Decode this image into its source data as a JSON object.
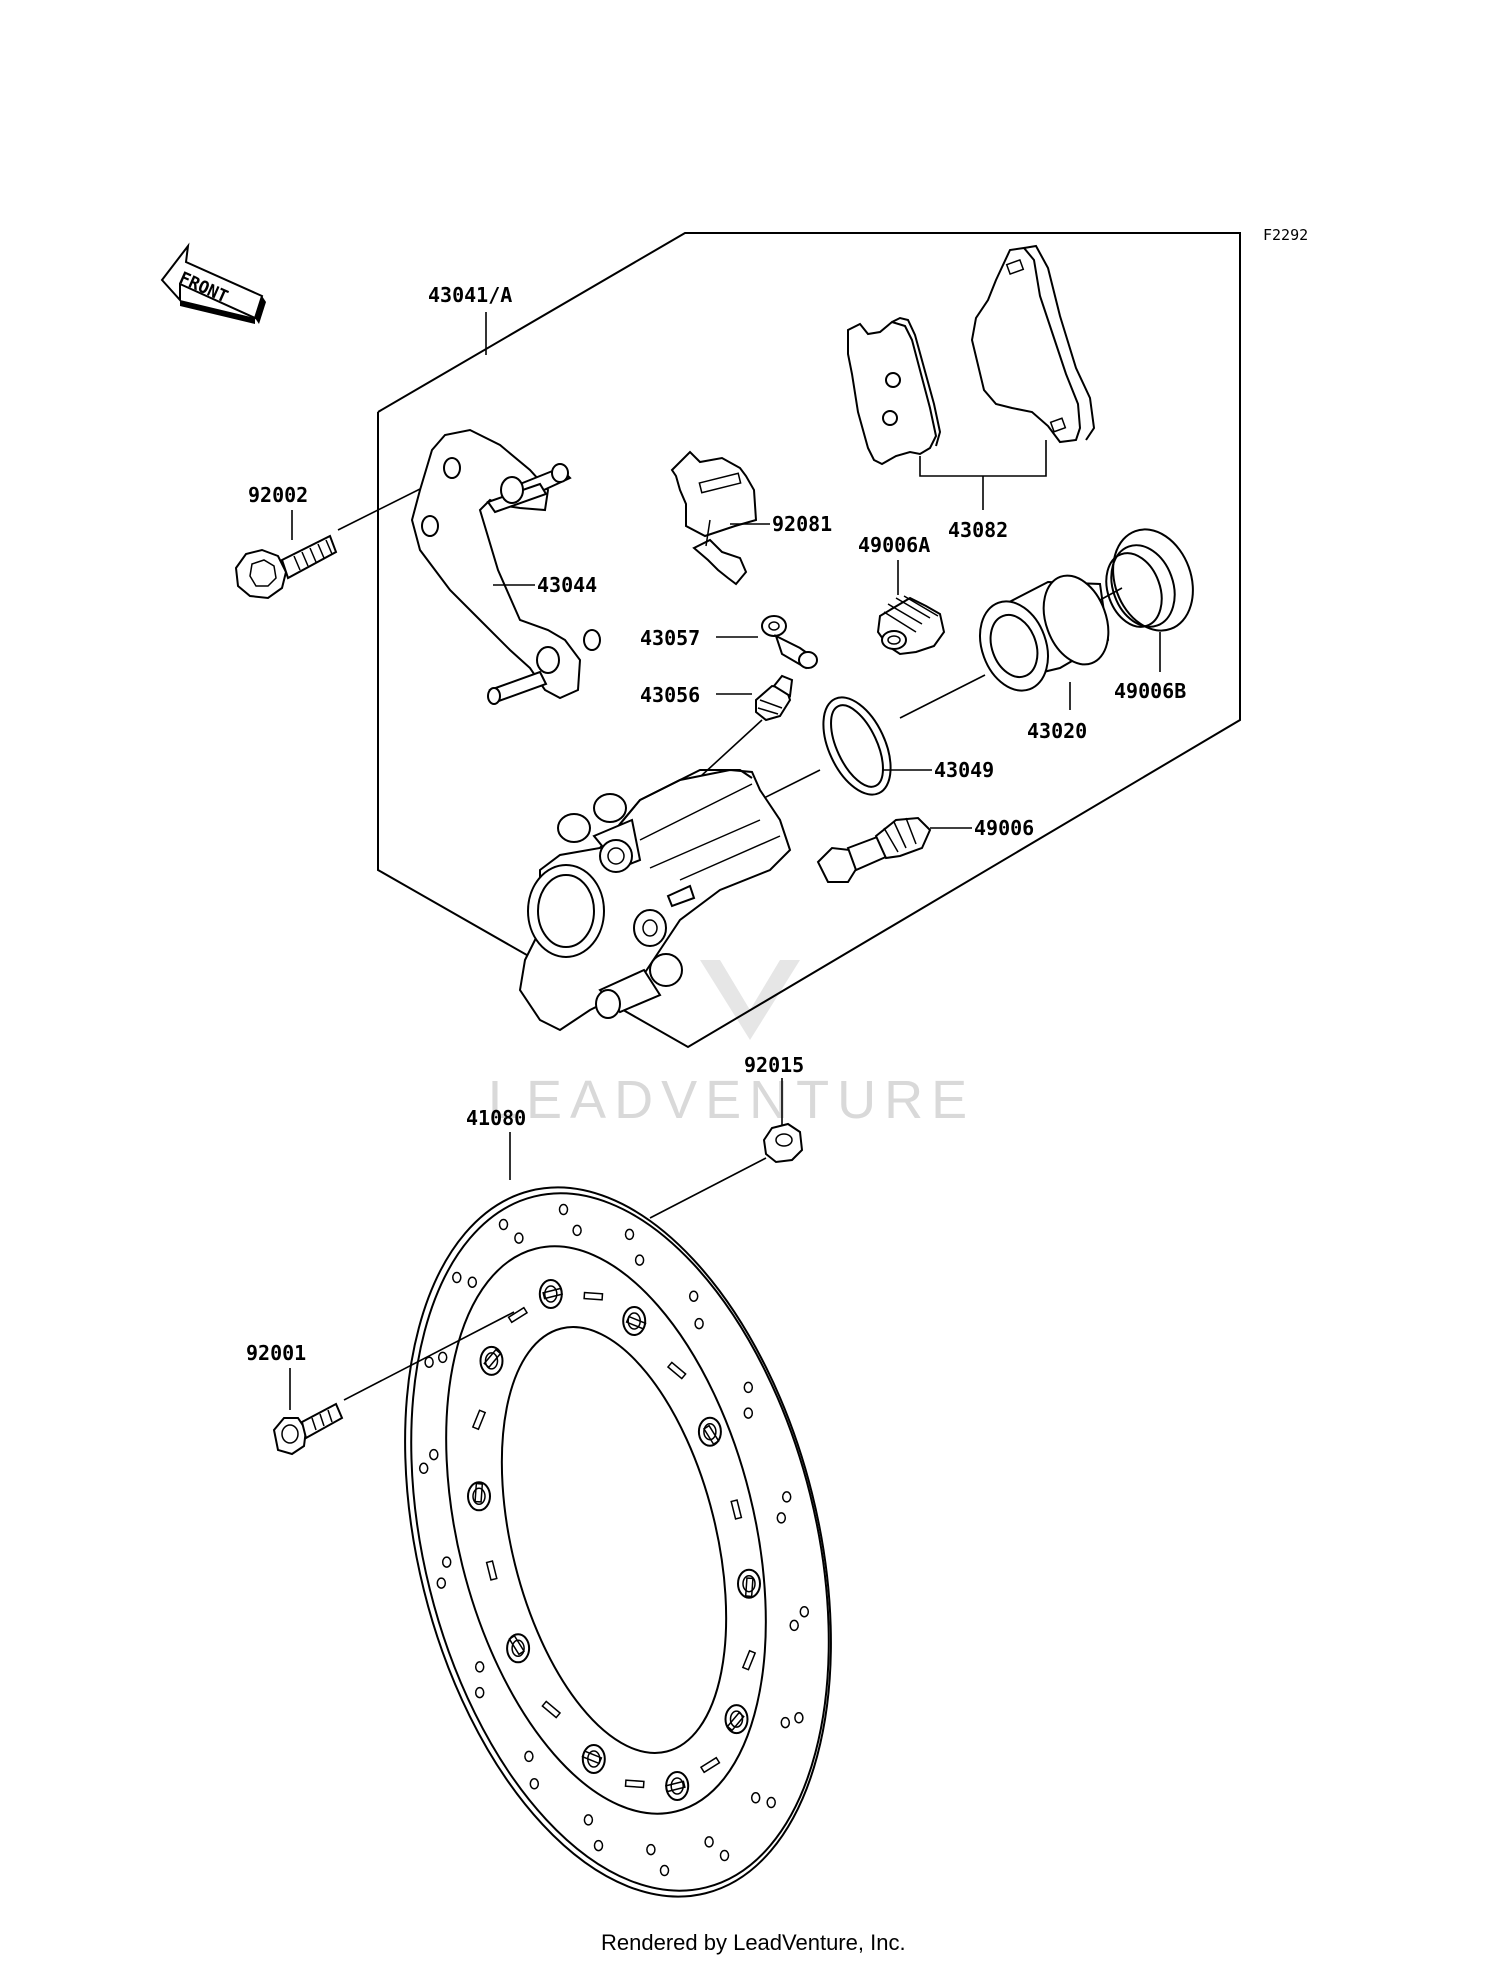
{
  "figure_code": "F2292",
  "front_label": "FRONT",
  "watermark": "LEADVENTURE",
  "footer": "Rendered by LeadVenture, Inc.",
  "parts": {
    "caliper_assy": "43041/A",
    "bolt_92002": "92002",
    "bracket": "43044",
    "pad_spring": "92081",
    "pads": "43082",
    "boot_a": "49006A",
    "bleed_cap": "43057",
    "bleed_valve": "43056",
    "piston": "43020",
    "seal_b": "49006B",
    "piston_seal": "43049",
    "pin": "49006",
    "nut": "92015",
    "disc": "41080",
    "bolt_92001": "92001"
  }
}
